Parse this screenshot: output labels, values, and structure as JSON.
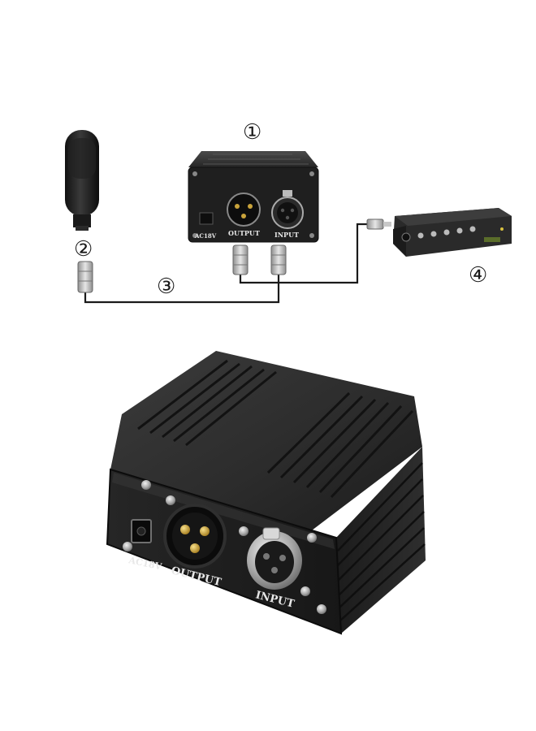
{
  "diagram": {
    "markers": {
      "phantom_power": "①",
      "microphone": "②",
      "cable": "③",
      "sound_card": "④"
    },
    "device_labels": {
      "power": "AC18V",
      "output": "OUTPUT",
      "input": "INPUT"
    }
  },
  "product": {
    "labels": {
      "power": "AC18V",
      "output": "OUTPUT",
      "input": "INPUT"
    }
  },
  "colors": {
    "body": "#2b2b2b",
    "panel": "#1e1e1e",
    "connector": "#b9b9b9",
    "gold_pin": "#c9a33b",
    "cable": "#1a1a1a"
  }
}
